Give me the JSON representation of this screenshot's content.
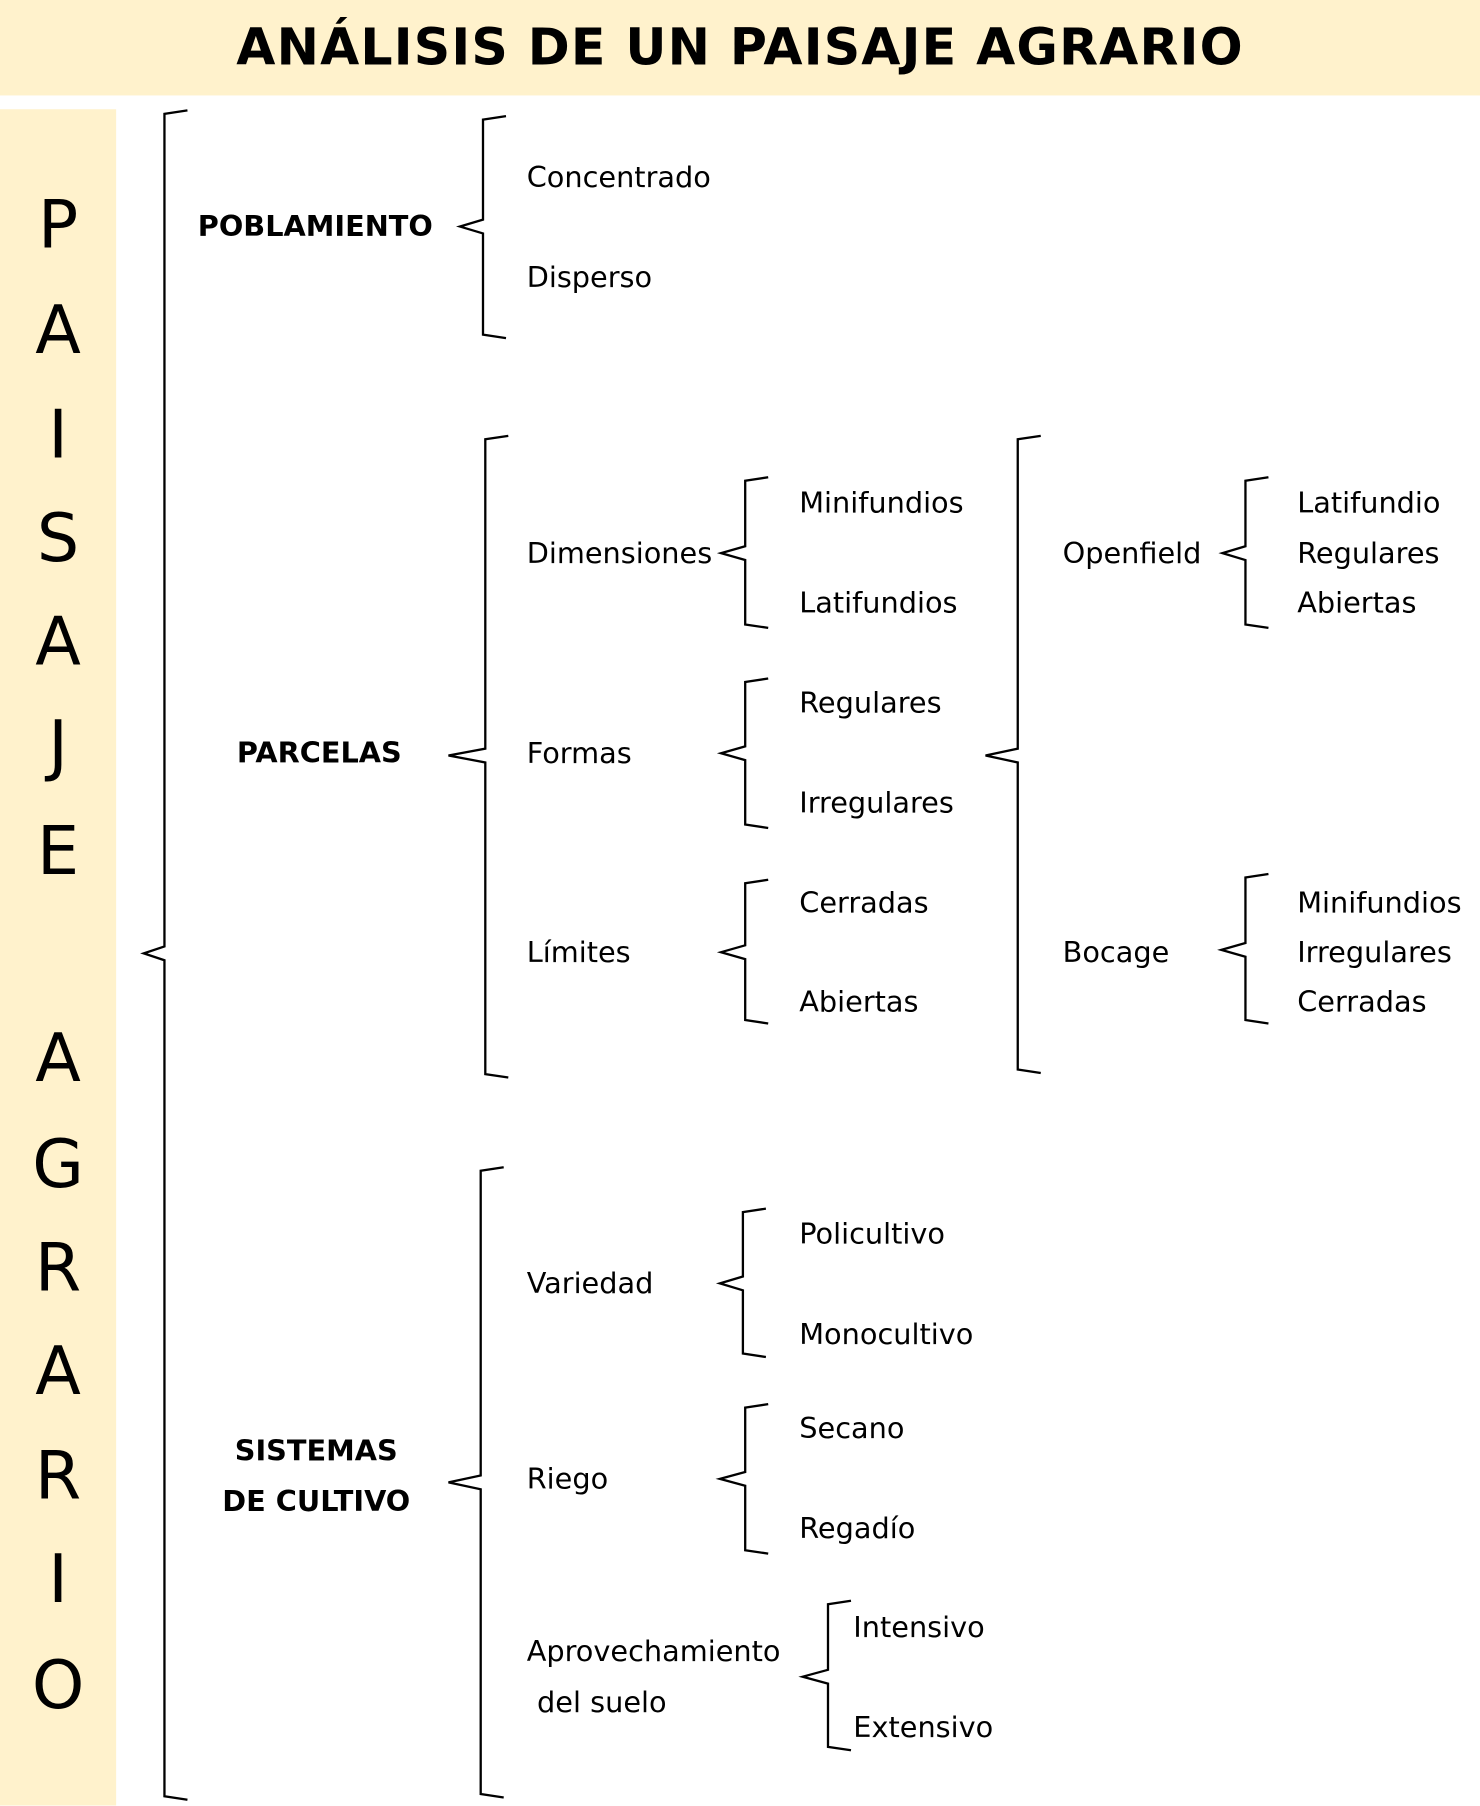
{
  "title": "ANÁLISIS DE UN PAISAJE AGRARIO",
  "side_label": [
    "P",
    "A",
    "I",
    "S",
    "A",
    "J",
    "E",
    "A",
    "G",
    "R",
    "A",
    "R",
    "I",
    "O"
  ],
  "poblamiento": {
    "label": "POBLAMIENTO",
    "items": [
      "Concentrado",
      "Disperso"
    ]
  },
  "parcelas": {
    "label": "PARCELAS",
    "dimensiones": {
      "label": "Dimensiones",
      "items": [
        "Minifundios",
        "Latifundios"
      ]
    },
    "formas": {
      "label": "Formas",
      "items": [
        "Regulares",
        "Irregulares"
      ]
    },
    "limites": {
      "label": "Límites",
      "items": [
        "Cerradas",
        "Abiertas"
      ]
    },
    "openfield": {
      "label": "Openfield",
      "items": [
        "Latifundio",
        "Regulares",
        "Abiertas"
      ]
    },
    "bocage": {
      "label": "Bocage",
      "items": [
        "Minifundios",
        "Irregulares",
        "Cerradas"
      ]
    }
  },
  "sistemas": {
    "label_line1": "SISTEMAS",
    "label_line2": "DE CULTIVO",
    "variedad": {
      "label": "Variedad",
      "items": [
        "Policultivo",
        "Monocultivo"
      ]
    },
    "riego": {
      "label": "Riego",
      "items": [
        "Secano",
        "Regadío"
      ]
    },
    "aprovechamiento": {
      "label_line1": "Aprovechamiento",
      "label_line2": "del suelo",
      "items": [
        "Intensivo",
        "Extensivo"
      ]
    }
  }
}
